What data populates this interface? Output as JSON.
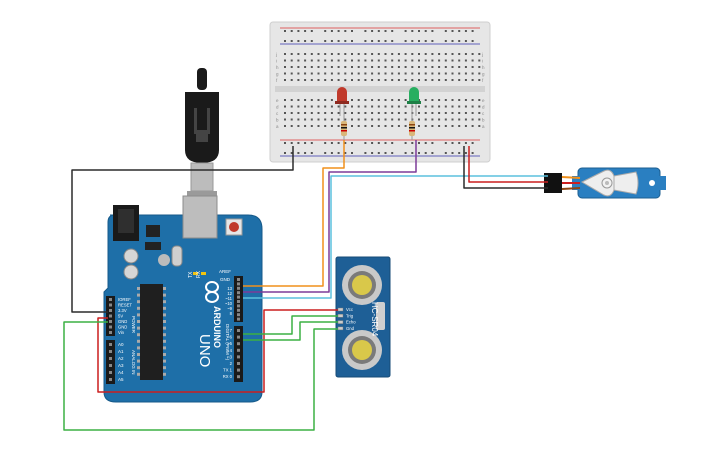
{
  "arduino": {
    "brand": "ARDUINO",
    "model": "UNO",
    "tx_label": "TX",
    "rx_label": "RX",
    "aref_label": "AREF",
    "gnd_label": "GND",
    "power_header_title": "POWER",
    "analog_header_title": "ANALOG IN",
    "digital_header_title": "DIGITAL (PWM ~)",
    "power_pins": [
      "IOREF",
      "RESET",
      "3.3V",
      "5V",
      "GND",
      "GND",
      "Vin"
    ],
    "analog_pins": [
      "A0",
      "A1",
      "A2",
      "A3",
      "A4",
      "A5"
    ],
    "digital_pins_top": [
      "13",
      "12",
      "~11",
      "~10",
      "~9",
      "8"
    ],
    "digital_pins_bottom": [
      "7",
      "~6",
      "~5",
      "4",
      "~3",
      "2",
      "TX 1",
      "RX 0"
    ]
  },
  "sensor": {
    "model": "HC-SR04",
    "pins": [
      "Vcc",
      "Trig",
      "Echo",
      "Gnd"
    ]
  },
  "breadboard": {
    "row_labels_left": [
      "j",
      "i",
      "h",
      "g",
      "f",
      "e",
      "d",
      "c",
      "b",
      "a"
    ]
  },
  "leds": [
    {
      "color": "#c0392b"
    },
    {
      "color": "#27ae60"
    }
  ],
  "wire_colors": {
    "black": "#2b2b2b",
    "red": "#cc1f1f",
    "green": "#3cb043",
    "orange": "#f0901c",
    "purple": "#7d3c98",
    "cyan": "#5bc0de"
  },
  "board_color": "#1e6fa8",
  "servo_color": "#2a7fc1"
}
